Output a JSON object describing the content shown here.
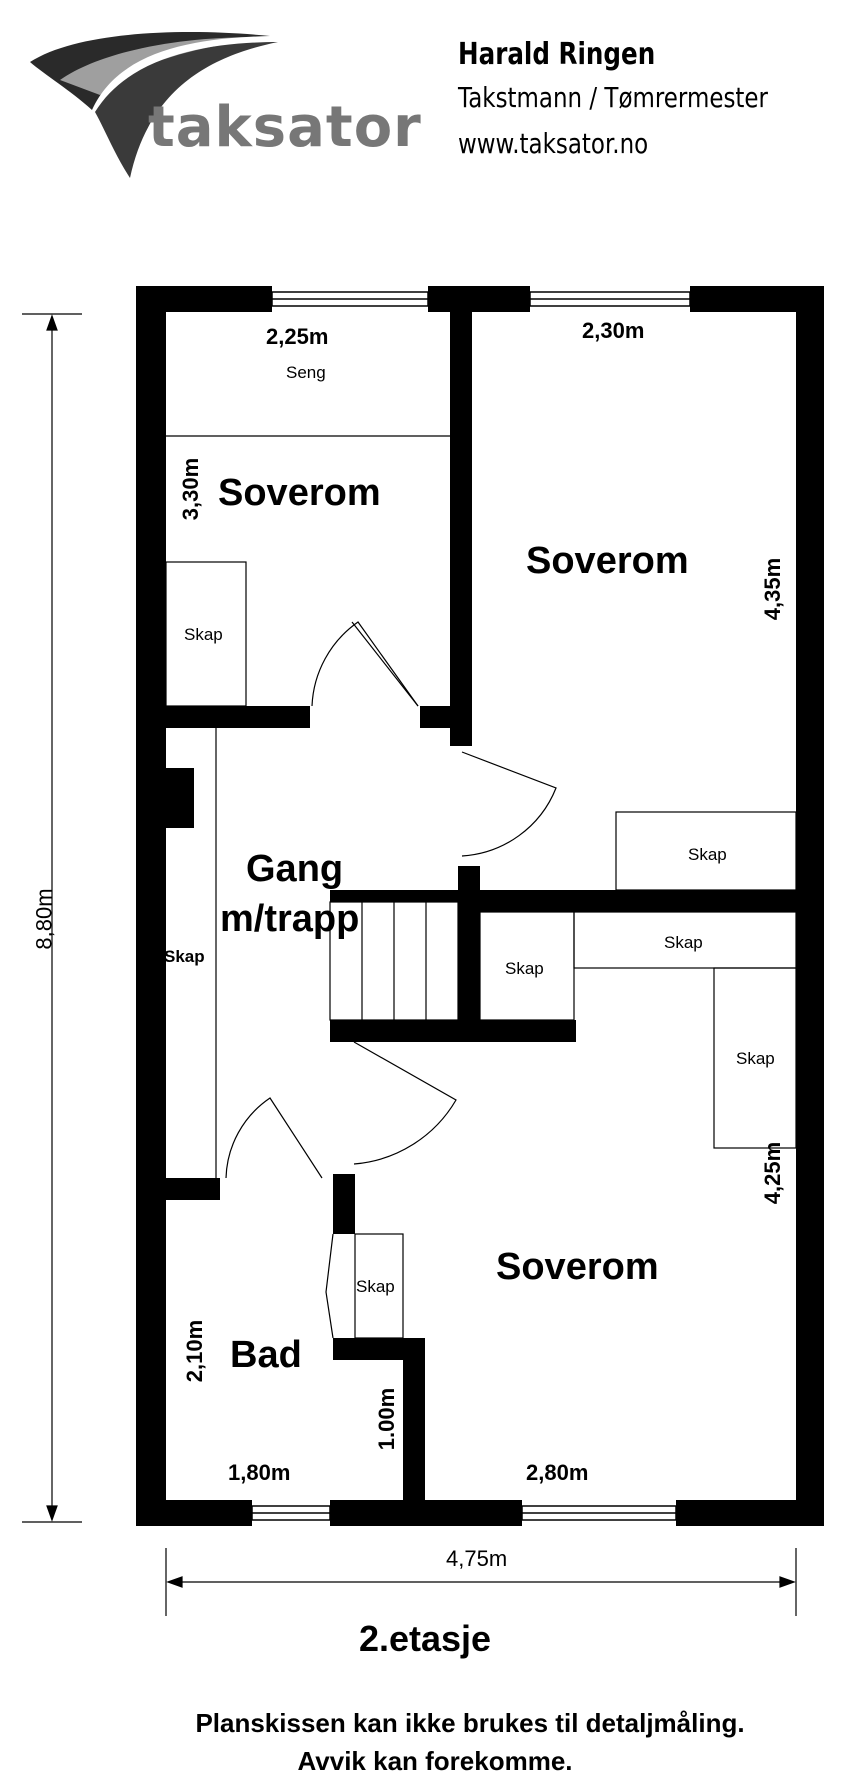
{
  "header": {
    "logo_text": "taksator",
    "name": "Harald Ringen",
    "title": "Takstmann / Tømrermester",
    "website": "www.taksator.no"
  },
  "rooms": {
    "bedroom_top_left": "Soverom",
    "bedroom_top_right": "Soverom",
    "hallway_line1": "Gang",
    "hallway_line2": "m/trapp",
    "bedroom_bottom": "Soverom",
    "bathroom": "Bad"
  },
  "items": {
    "bed": "Seng",
    "wardrobe_top_left": "Skap",
    "wardrobe_top_right": "Skap",
    "wardrobe_hall": "Skap",
    "wardrobe_mid_left": "Skap",
    "wardrobe_mid_right": "Skap",
    "wardrobe_bottom_right": "Skap",
    "wardrobe_bath": "Skap"
  },
  "dimensions": {
    "top_left_width": "2,25m",
    "top_right_width": "2,30m",
    "top_left_depth": "3,30m",
    "top_right_depth": "4,35m",
    "bottom_right_depth": "4,25m",
    "bath_depth": "2,10m",
    "bath_niche": "1.00m",
    "bath_width": "1,80m",
    "bottom_width": "2,80m",
    "overall_height": "8,80m",
    "overall_width": "4,75m"
  },
  "floor_label": "2.etasje",
  "disclaimer": {
    "line1": "Planskissen kan ikke brukes til detaljmåling.",
    "line2": "Avvik kan forekomme."
  },
  "colors": {
    "wall": "#000000",
    "logo_gray": "#777777",
    "background": "#ffffff"
  }
}
